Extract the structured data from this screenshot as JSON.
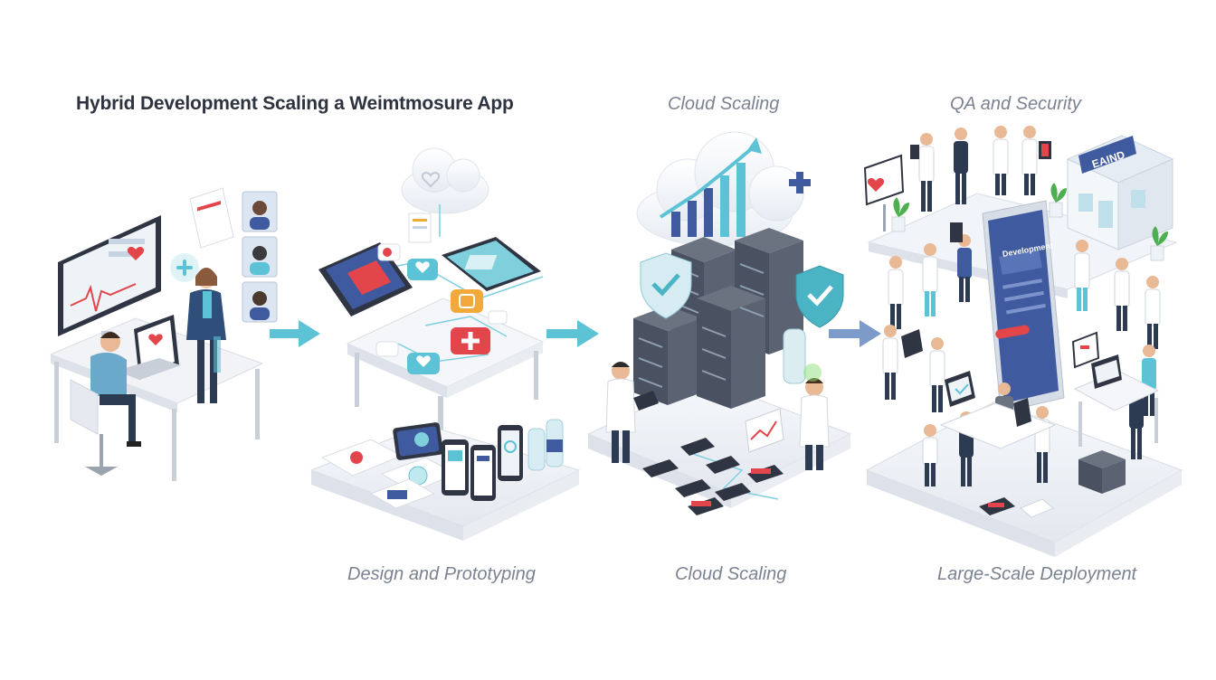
{
  "title": "Hybrid Development Scaling a Weimtmosure App",
  "labels": {
    "top_cloud": "Cloud Scaling",
    "top_qa": "QA and Security",
    "bottom_design": "Design and Prototyping",
    "bottom_cloud": "Cloud Scaling",
    "bottom_deploy": "Large-Scale Deployment"
  },
  "signage": {
    "building_sign": "EAIND",
    "phone_screen_title": "Development"
  },
  "colors": {
    "accent_teal": "#5cc3d6",
    "accent_blue": "#3f5a9e",
    "heart_red": "#e2464b",
    "orange": "#f2a93b",
    "shield_teal": "#4ab3c4",
    "server_dark": "#4a5160"
  },
  "icons": [
    "heart-icon",
    "plus-icon",
    "cloud-icon",
    "shield-check-icon",
    "server-rack-icon",
    "arrow-right-icon",
    "plant-icon",
    "building-icon"
  ]
}
